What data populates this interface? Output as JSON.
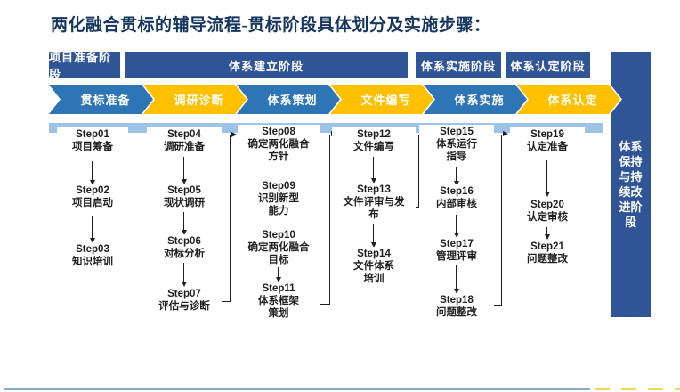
{
  "title": "两化融合贯标的辅导流程-贯标阶段具体划分及实施步骤：",
  "colors": {
    "phase_navy": "#2F5597",
    "chevron_blue": "#2E75B6",
    "chevron_gold": "#FFC000",
    "band_light_blue": "#9DC3E6",
    "title_navy": "#17365D",
    "connector_dark": "#1f1f1f",
    "bottom_line_blue": "#8FA8C8",
    "bottom_dash_yellow": "#F2D75C"
  },
  "phases": [
    {
      "label": "项目准备阶段"
    },
    {
      "label": "体系建立阶段"
    },
    {
      "label": "体系实施阶段"
    },
    {
      "label": "体系认定阶段"
    }
  ],
  "side_phase": {
    "label": "体系\n保持\n与持\n续改\n进阶\n段"
  },
  "chevrons": [
    {
      "label": "贯标准备",
      "color": "#2E75B6"
    },
    {
      "label": "调研诊断",
      "color": "#FFC000"
    },
    {
      "label": "体系策划",
      "color": "#2E75B6"
    },
    {
      "label": "文件编写",
      "color": "#FFC000"
    },
    {
      "label": "体系实施",
      "color": "#2E75B6"
    },
    {
      "label": "体系认定",
      "color": "#FFC000"
    }
  ],
  "columns": [
    {
      "steps": [
        {
          "id": "Step01",
          "name": "项目筹备"
        },
        {
          "id": "Step02",
          "name": "项目启动"
        },
        {
          "id": "Step03",
          "name": "知识培训"
        }
      ]
    },
    {
      "steps": [
        {
          "id": "Step04",
          "name": "调研准备"
        },
        {
          "id": "Step05",
          "name": "现状调研"
        },
        {
          "id": "Step06",
          "name": "对标分析"
        },
        {
          "id": "Step07",
          "name": "评估与诊断"
        }
      ]
    },
    {
      "steps": [
        {
          "id": "Step08",
          "name": "确定两化融合\n方针"
        },
        {
          "id": "Step09",
          "name": "识别新型\n能力"
        },
        {
          "id": "Step10",
          "name": "确定两化融合\n目标"
        },
        {
          "id": "Step11",
          "name": "体系框架\n策划"
        }
      ]
    },
    {
      "steps": [
        {
          "id": "Step12",
          "name": "文件编写"
        },
        {
          "id": "Step13",
          "name": "文件评审与发\n布"
        },
        {
          "id": "Step14",
          "name": "文件体系\n培训"
        }
      ]
    },
    {
      "steps": [
        {
          "id": "Step15",
          "name": "体系运行\n指导"
        },
        {
          "id": "Step16",
          "name": "内部审核"
        },
        {
          "id": "Step17",
          "name": "管理评审"
        },
        {
          "id": "Step18",
          "name": "问题整改"
        }
      ]
    },
    {
      "steps": [
        {
          "id": "Step19",
          "name": "认定准备"
        },
        {
          "id": "Step20",
          "name": "认定审核"
        },
        {
          "id": "Step21",
          "name": "问题整改"
        }
      ]
    }
  ]
}
